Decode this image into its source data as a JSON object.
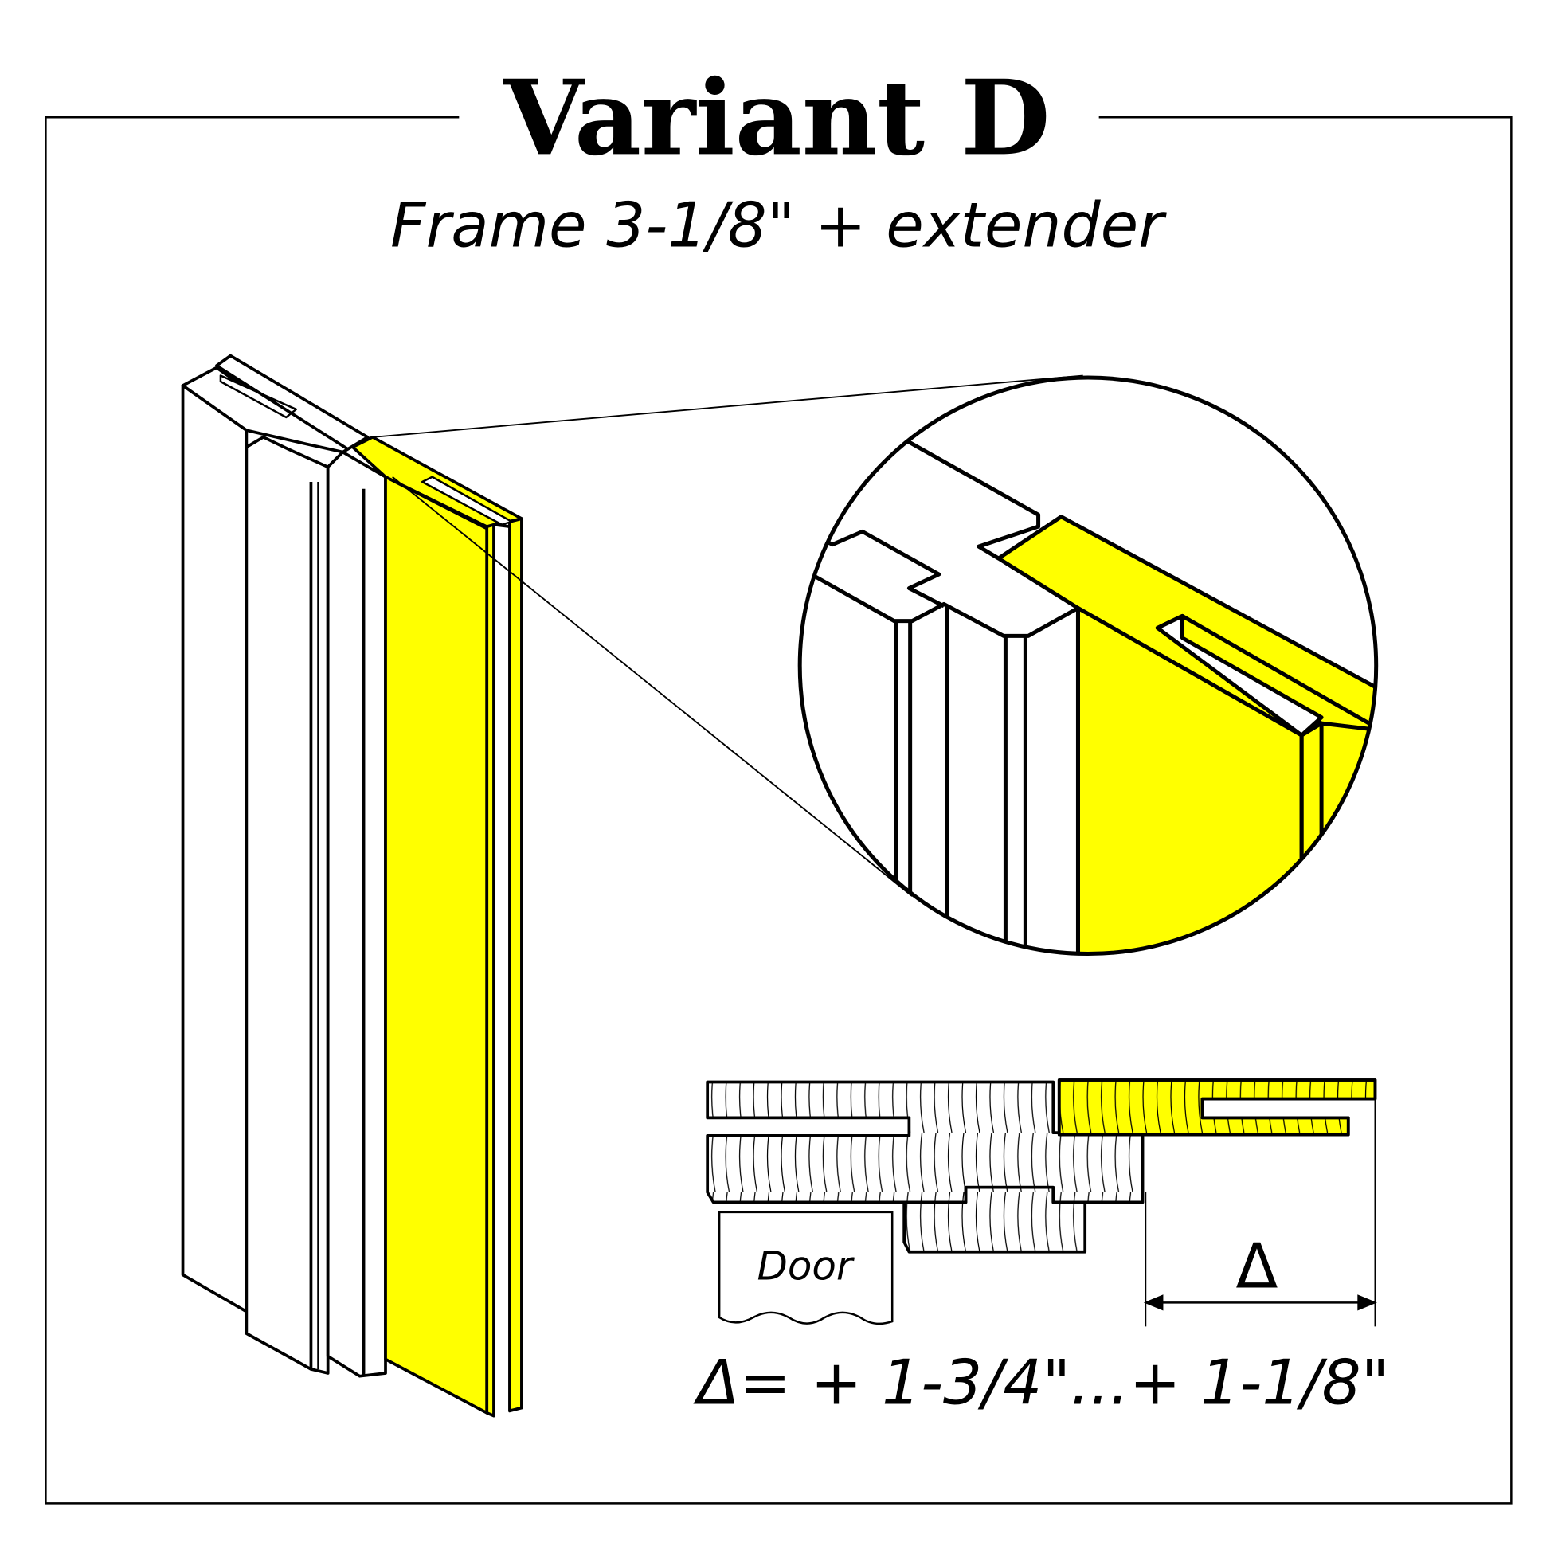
{
  "title": "Variant D",
  "subtitle": "Frame 3-1/8\" + extender",
  "section": {
    "door_label": "Door",
    "delta_symbol": "Δ",
    "formula": "Δ= + 1-3/4\"...+ 1-1/8\""
  },
  "colors": {
    "extender": "#ffff00",
    "line": "#000000",
    "background": "#ffffff"
  }
}
